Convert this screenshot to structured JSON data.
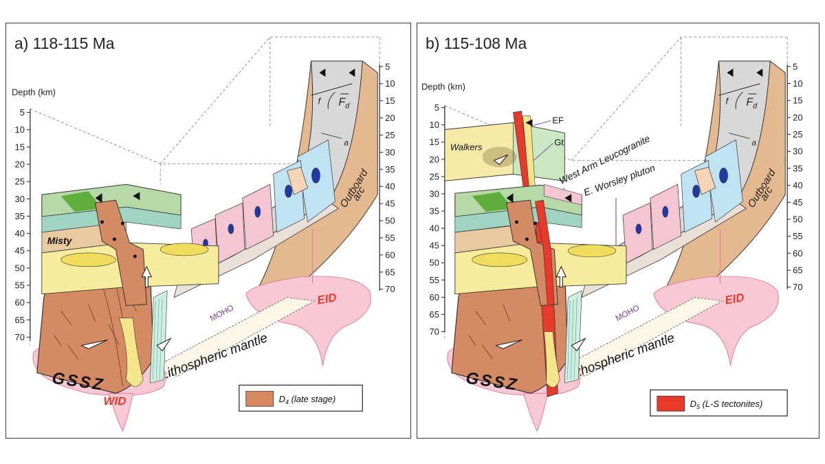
{
  "panel_a": {
    "title": "a) 118-115 Ma",
    "depth_label": "Depth (km)",
    "left_ticks": [
      "5",
      "10",
      "15",
      "20",
      "25",
      "30",
      "35",
      "40",
      "45",
      "50",
      "55",
      "60",
      "65",
      "70"
    ],
    "right_ticks": [
      "5",
      "10",
      "15",
      "20",
      "25",
      "30",
      "35",
      "40",
      "45",
      "50",
      "55",
      "60",
      "65",
      "70"
    ],
    "labels": {
      "misty": "Misty",
      "gssz": "GSSZ",
      "wid": "WID",
      "eid": "EID",
      "moho": "MOHO",
      "litho": "Lithospheric mantle",
      "outboard1": "Outboard",
      "outboard2": "arc",
      "f": "f",
      "a": "a",
      "fd": "F",
      "fd_sub": "d"
    },
    "legend": {
      "label": "D",
      "sub": "4",
      "rest": " (late stage)",
      "color": "#d9895f"
    }
  },
  "panel_b": {
    "title": "b) 115-108 Ma",
    "depth_label": "Depth (km)",
    "left_ticks": [
      "5",
      "10",
      "15",
      "20",
      "25",
      "30",
      "35",
      "40",
      "45",
      "50",
      "55",
      "60",
      "65",
      "70"
    ],
    "right_ticks": [
      "5",
      "10",
      "15",
      "20",
      "25",
      "30",
      "35",
      "40",
      "45",
      "50",
      "55",
      "60",
      "65",
      "70"
    ],
    "labels": {
      "ef": "EF",
      "gt": "Gt",
      "walkers": "Walkers",
      "west_arm": "West Arm Leucogranite",
      "worsley": "E. Worsley pluton",
      "gssz": "GSSZ",
      "eid": "EID",
      "moho": "MOHO",
      "litho": "Lithospheric mantle",
      "outboard1": "Outboard",
      "outboard2": "arc",
      "f": "f",
      "a": "a",
      "fd": "F",
      "fd_sub": "d"
    },
    "legend": {
      "label": "D",
      "sub": "5",
      "rest": " (L-S tectonites)",
      "color": "#e8392a"
    }
  },
  "colors": {
    "terracotta": "#d48a63",
    "tan": "#e8c9a0",
    "green": "#b7d9a8",
    "dark_green": "#5fae3c",
    "yellow": "#f4e58a",
    "pink": "#f4c6d4",
    "cyan": "#bfe3f2",
    "gray": "#cfcfcf",
    "red": "#e8392a",
    "purple": "#7a3aa0"
  }
}
